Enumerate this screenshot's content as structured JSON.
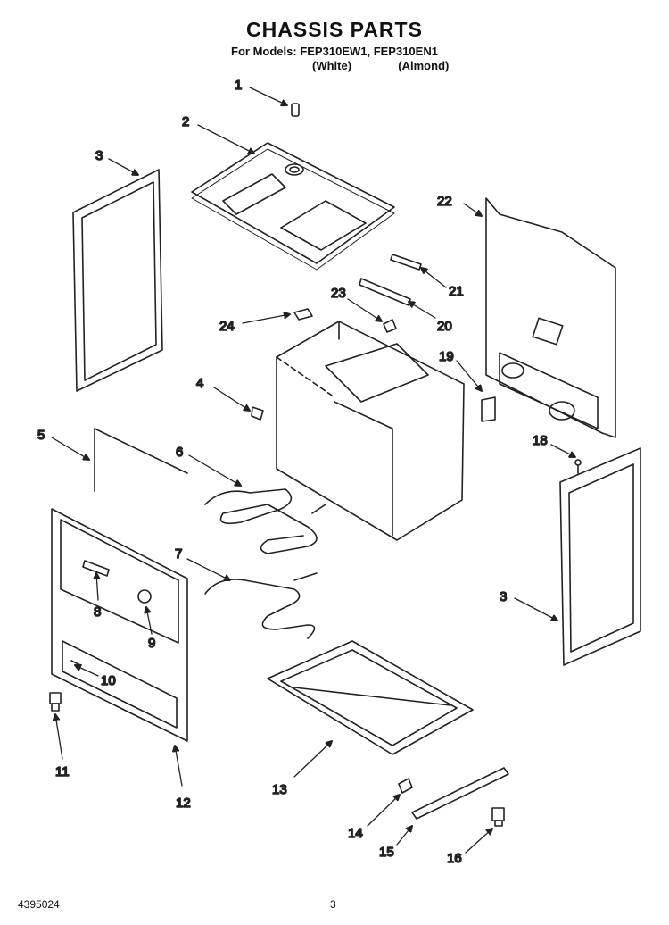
{
  "header": {
    "title": "CHASSIS PARTS",
    "models_line": "For Models: FEP310EW1, FEP310EN1",
    "color_white": "(White)",
    "color_almond": "(Almond)"
  },
  "callouts": [
    "1",
    "2",
    "3",
    "4",
    "5",
    "6",
    "7",
    "8",
    "9",
    "10",
    "11",
    "12",
    "13",
    "14",
    "15",
    "16",
    "18",
    "19",
    "20",
    "21",
    "22",
    "23",
    "24",
    "3"
  ],
  "footer": {
    "doc_number": "4395024",
    "page_number": "3"
  }
}
